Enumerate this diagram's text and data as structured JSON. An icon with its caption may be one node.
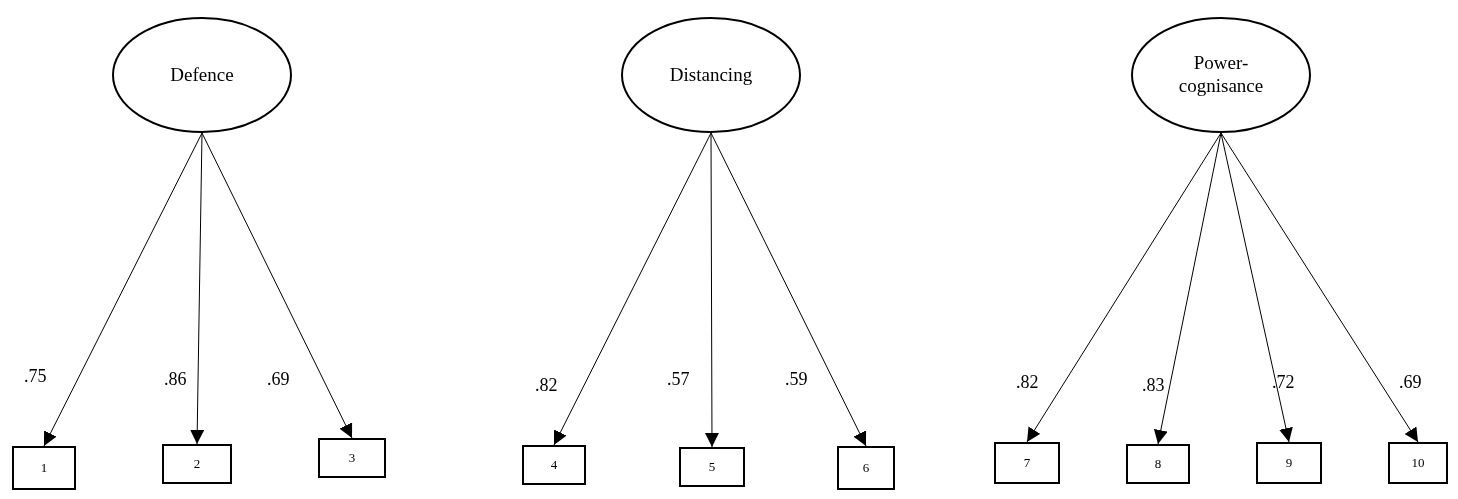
{
  "diagram": {
    "nodes": [
      {
        "text": [
          "Defence"
        ]
      },
      {
        "text": [
          "Distancing"
        ]
      },
      {
        "text": [
          "Power- cognisance"
        ]
      },
      {
        "text": [
          "1"
        ]
      },
      {
        "text": [
          "2"
        ]
      },
      {
        "text": [
          "3"
        ]
      },
      {
        "text": [
          "4"
        ]
      },
      {
        "text": [
          "5"
        ]
      },
      {
        "text": [
          "6"
        ]
      },
      {
        "text": [
          "7"
        ]
      },
      {
        "text": [
          "8"
        ]
      },
      {
        "text": [
          "9"
        ]
      },
      {
        "text": [
          "10"
        ]
      }
    ],
    "edges": [
      {
        "from": 0,
        "to": 3,
        "arrow": "to",
        "label": ".75"
      },
      {
        "from": 0,
        "to": 4,
        "arrow": "to",
        "label": ".86"
      },
      {
        "from": 0,
        "to": 5,
        "arrow": "to",
        "label": ".69"
      },
      {
        "from": 1,
        "to": 6,
        "arrow": "to",
        "label": ".82"
      },
      {
        "from": 1,
        "to": 7,
        "arrow": "to",
        "label": ".57"
      },
      {
        "from": 1,
        "to": 8,
        "arrow": "to",
        "label": ".59"
      },
      {
        "from": 2,
        "to": 9,
        "arrow": "to",
        "label": ".82"
      },
      {
        "from": 2,
        "to": 10,
        "arrow": "to",
        "label": ".83"
      },
      {
        "from": 2,
        "to": 11,
        "arrow": "to",
        "label": ".72"
      },
      {
        "from": 2,
        "to": 12,
        "arrow": "to",
        "label": ".69"
      }
    ]
  }
}
